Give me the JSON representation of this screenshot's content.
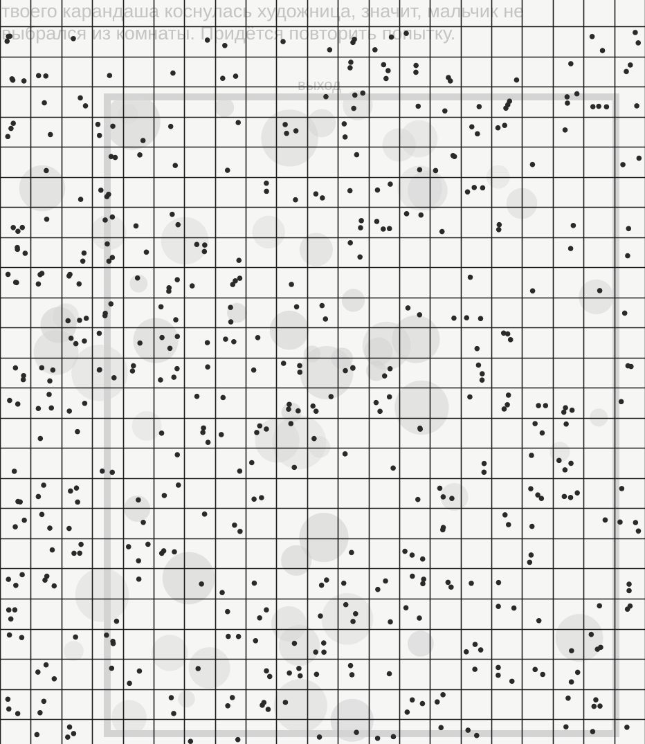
{
  "background_text": {
    "line1": "твоего карандаша коснулась художница, значит, мальчик не",
    "line2": "выбрался из комнаты. Придётся повторить попытку."
  },
  "door_label": "выход",
  "colors": {
    "background": "#f6f6f4",
    "grid_line": "#1c1c1c",
    "dot": "#2a2a2a",
    "faded_art": "#d4d4d4"
  },
  "grid": {
    "columns": 21,
    "rows": 24
  }
}
